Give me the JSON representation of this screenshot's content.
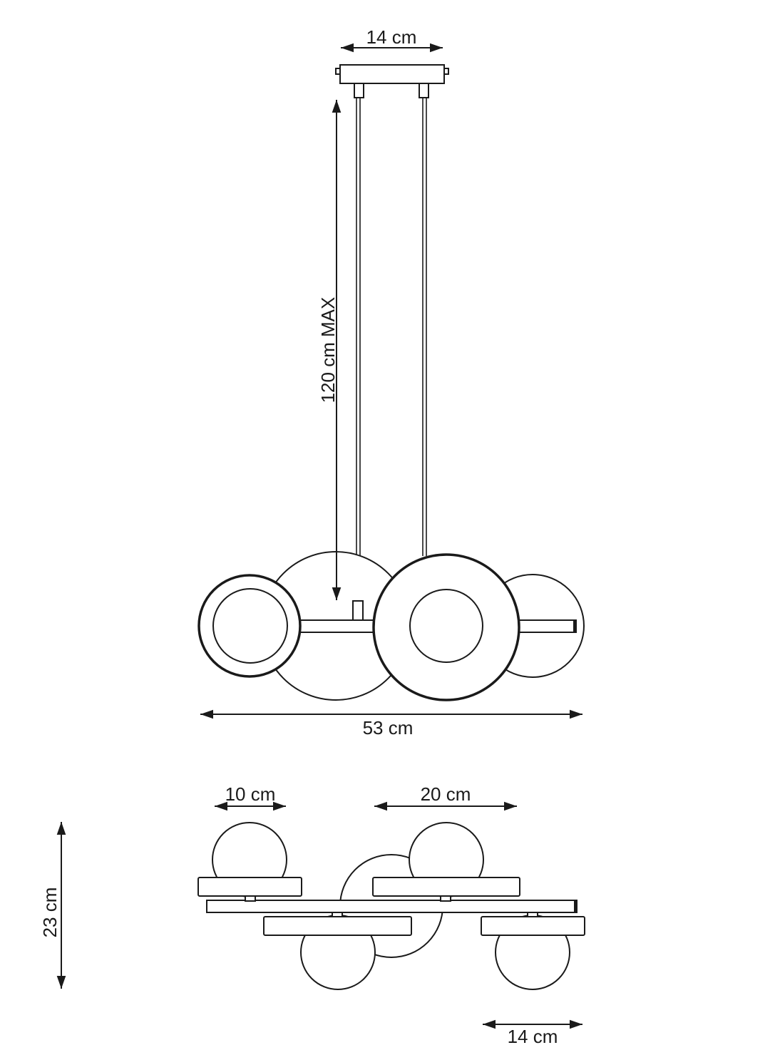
{
  "diagram": {
    "line_color": "#1a1a1a",
    "background": "#ffffff",
    "front_view": {
      "canopy_width_label": "14 cm",
      "cable_length_label": "120 cm MAX",
      "total_width_label": "53 cm"
    },
    "top_view": {
      "globe_diameter_label": "10 cm",
      "plate_width_label": "20 cm",
      "height_label": "23 cm",
      "small_plate_label": "14 cm"
    }
  }
}
